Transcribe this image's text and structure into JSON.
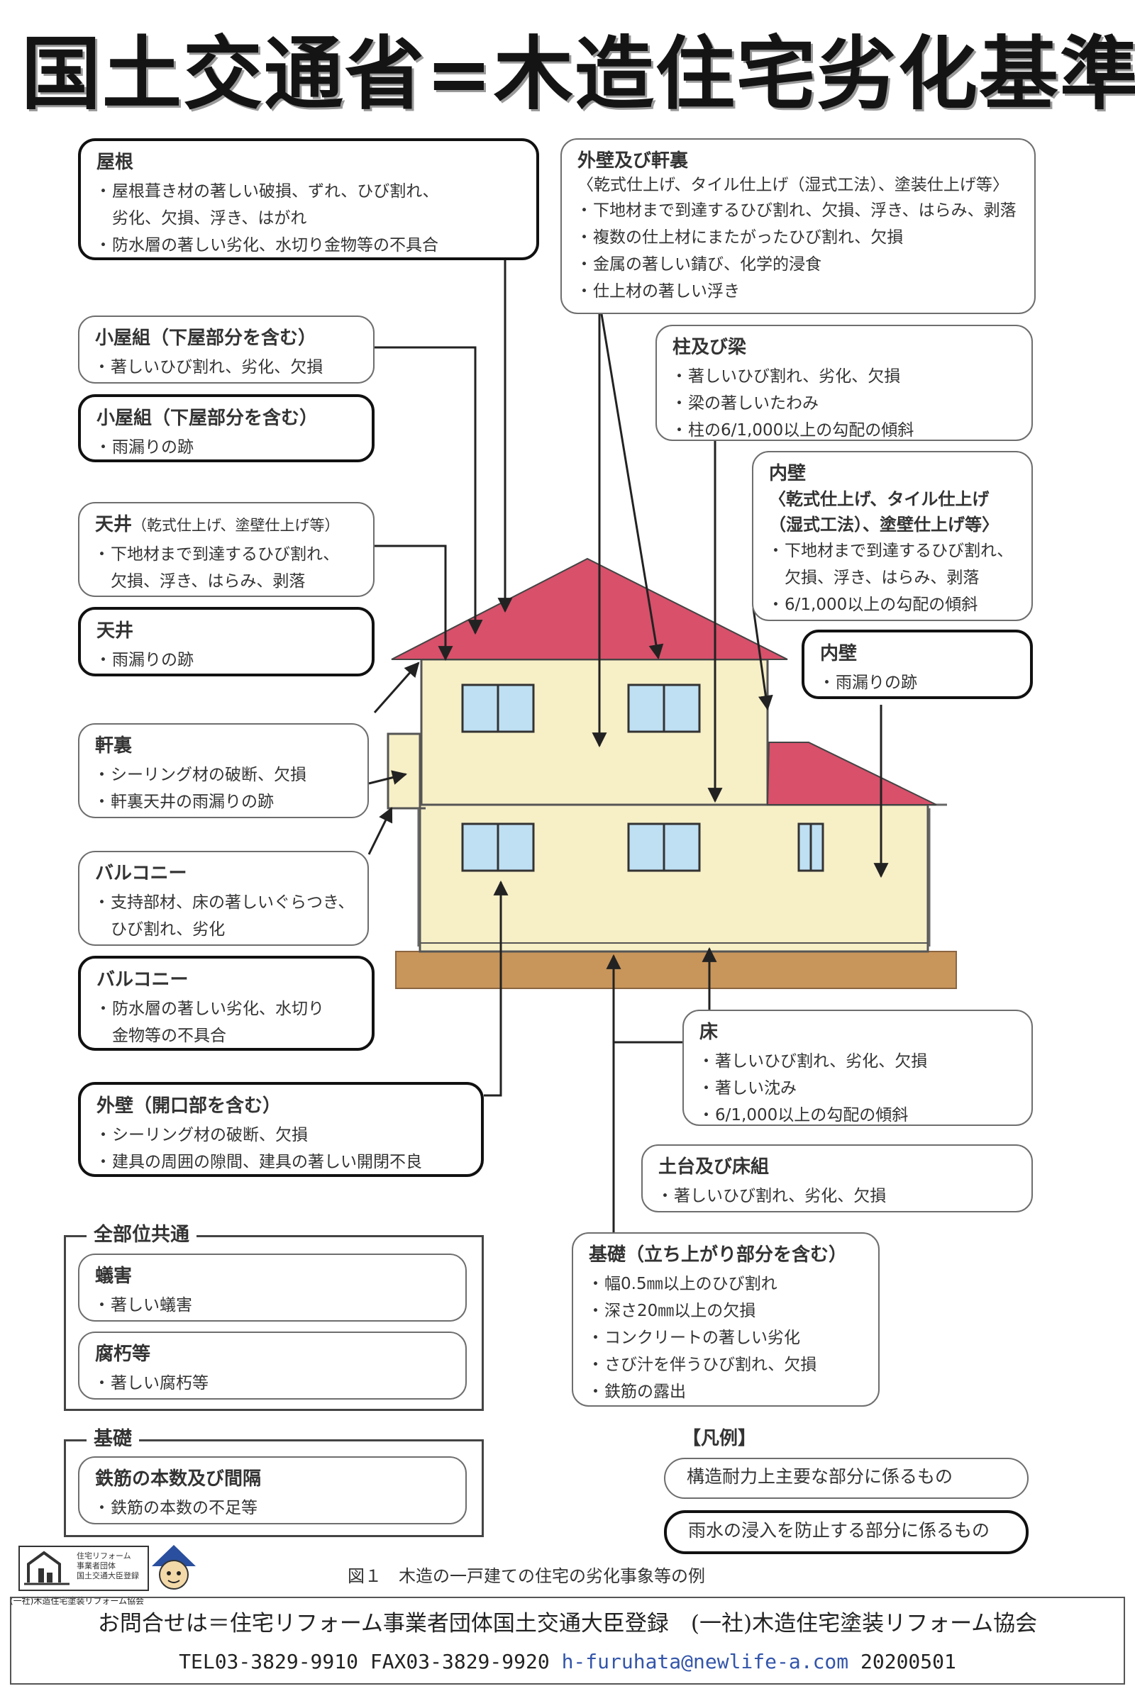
{
  "title": "国土交通省=木造住宅劣化基準",
  "boxes": {
    "roof": {
      "title": "屋根",
      "items": [
        "屋根葺き材の著しい破損、ずれ、ひび割れ、",
        "劣化、欠損、浮き、はがれ",
        "防水層の著しい劣化、水切り金物等の不具合"
      ]
    },
    "attic_a": {
      "title": "小屋組（下屋部分を含む）",
      "items": [
        "著しいひび割れ、劣化、欠損"
      ]
    },
    "attic_b": {
      "title": "小屋組（下屋部分を含む）",
      "items": [
        "雨漏りの跡"
      ]
    },
    "ceiling_a": {
      "title": "天井",
      "title_small": "（乾式仕上げ、塗壁仕上げ等）",
      "items": [
        "下地材まで到達するひび割れ、",
        "欠損、浮き、はらみ、剥落"
      ]
    },
    "ceiling_b": {
      "title": "天井",
      "items": [
        "雨漏りの跡"
      ]
    },
    "eaves": {
      "title": "軒裏",
      "items": [
        "シーリング材の破断、欠損",
        "軒裏天井の雨漏りの跡"
      ]
    },
    "balcony_a": {
      "title": "バルコニー",
      "items": [
        "支持部材、床の著しいぐらつき、",
        "ひび割れ、劣化"
      ]
    },
    "balcony_b": {
      "title": "バルコニー",
      "items": [
        "防水層の著しい劣化、水切り",
        "金物等の不具合"
      ]
    },
    "ext_opening": {
      "title": "外壁（開口部を含む）",
      "items": [
        "シーリング材の破断、欠損",
        "建具の周囲の隙間、建具の著しい開閉不良"
      ]
    },
    "ext_wall": {
      "title": "外壁及び軒裏",
      "subtitle": "〈乾式仕上げ、タイル仕上げ（湿式工法）、塗装仕上げ等〉",
      "items": [
        "下地材まで到達するひび割れ、欠損、浮き、はらみ、剥落",
        "複数の仕上材にまたがったひび割れ、欠損",
        "金属の著しい錆び、化学的浸食",
        "仕上材の著しい浮き"
      ]
    },
    "column_beam": {
      "title": "柱及び梁",
      "items": [
        "著しいひび割れ、劣化、欠損",
        "梁の著しいたわみ",
        "柱の6/1,000以上の勾配の傾斜"
      ]
    },
    "int_wall_a": {
      "title": "内壁",
      "subtitle1": "〈乾式仕上げ、タイル仕上げ",
      "subtitle2": "（湿式工法）、塗壁仕上げ等〉",
      "items": [
        "下地材まで到達するひび割れ、",
        "欠損、浮き、はらみ、剥落",
        "6/1,000以上の勾配の傾斜"
      ]
    },
    "int_wall_b": {
      "title": "内壁",
      "items": [
        "雨漏りの跡"
      ]
    },
    "floor": {
      "title": "床",
      "items": [
        "著しいひび割れ、劣化、欠損",
        "著しい沈み",
        "6/1,000以上の勾配の傾斜"
      ]
    },
    "sill_joist": {
      "title": "土台及び床組",
      "items": [
        "著しいひび割れ、劣化、欠損"
      ]
    },
    "foundation": {
      "title": "基礎（立ち上がり部分を含む）",
      "items": [
        "幅0.5㎜以上のひび割れ",
        "深さ20㎜以上の欠損",
        "コンクリートの著しい劣化",
        "さび汁を伴うひび割れ、欠損",
        "鉄筋の露出"
      ]
    }
  },
  "common": {
    "label": "全部位共通",
    "termite": {
      "title": "蟻害",
      "items": [
        "著しい蟻害"
      ]
    },
    "decay": {
      "title": "腐朽等",
      "items": [
        "著しい腐朽等"
      ]
    }
  },
  "foundation_group": {
    "label": "基礎",
    "rebar": {
      "title": "鉄筋の本数及び間隔",
      "items": [
        "鉄筋の本数の不足等"
      ]
    }
  },
  "legend": {
    "label": "【凡例】",
    "structural": "構造耐力上主要な部分に係るもの",
    "rainwater": "雨水の浸入を防止する部分に係るもの"
  },
  "caption": "図１　木造の一戸建ての住宅の劣化事象等の例",
  "logo": {
    "text": "住宅リフォーム\n事業者団体\n国土交通大臣登録",
    "caption": "(一社)木造住宅塗装リフォーム協会"
  },
  "footer": {
    "line1": "お問合せは＝住宅リフォーム事業者団体国土交通大臣登録　(一社)木造住宅塗装リフォーム協会",
    "tel": "TEL03-3829-9910 FAX03-3829-9920 ",
    "email": "h-furuhata@newlife-a.com",
    "date": " 20200501"
  },
  "colors": {
    "roof": "#d8506a",
    "wall": "#f7efc6",
    "window_glass": "#bfe0f3",
    "ground": "#c8955a",
    "arrow": "#222222"
  }
}
